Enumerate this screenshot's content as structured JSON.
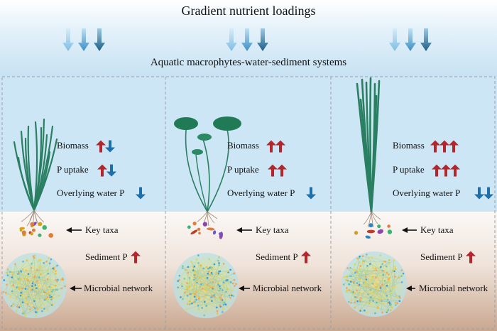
{
  "header": {
    "title": "Gradient nutrient loadings",
    "subtitle": "Aquatic macrophytes-water-sediment systems"
  },
  "colors": {
    "up_arrow": "#b3262b",
    "down_arrow": "#1f6fa8",
    "water": "#cde6f5",
    "sediment_top": "#f7f2ee",
    "sediment_bottom": "#c7a68f",
    "plant": "#2a7f62"
  },
  "panels": [
    {
      "plant": "submerged-grass-plant",
      "rows": [
        {
          "label": "Biomass",
          "arrows": [
            "up",
            "down"
          ]
        },
        {
          "label": "P uptake",
          "arrows": [
            "up",
            "down"
          ]
        },
        {
          "label": "Overlying water P",
          "arrows": [
            "down"
          ]
        }
      ],
      "key_taxa": "Key taxa",
      "sediment": {
        "label": "Sediment P",
        "arrows": [
          "up"
        ]
      },
      "network": "Microbial network"
    },
    {
      "plant": "floating-leaf-plant",
      "rows": [
        {
          "label": "Biomass",
          "arrows": [
            "up",
            "up"
          ]
        },
        {
          "label": "P uptake",
          "arrows": [
            "up",
            "up"
          ]
        },
        {
          "label": "Overlying water P",
          "arrows": [
            "down"
          ]
        }
      ],
      "key_taxa": "Key taxa",
      "sediment": {
        "label": "Sediment P",
        "arrows": [
          "up"
        ]
      },
      "network": "Microbial network"
    },
    {
      "plant": "tall-emergent-plant",
      "rows": [
        {
          "label": "Biomass",
          "arrows": [
            "up",
            "up",
            "up"
          ]
        },
        {
          "label": "P uptake",
          "arrows": [
            "up",
            "up",
            "up"
          ]
        },
        {
          "label": "Overlying water P",
          "arrows": [
            "down",
            "down"
          ]
        }
      ],
      "key_taxa": "Key taxa",
      "sediment": {
        "label": "Sediment P",
        "arrows": [
          "up"
        ]
      },
      "network": "Microbial network"
    }
  ]
}
